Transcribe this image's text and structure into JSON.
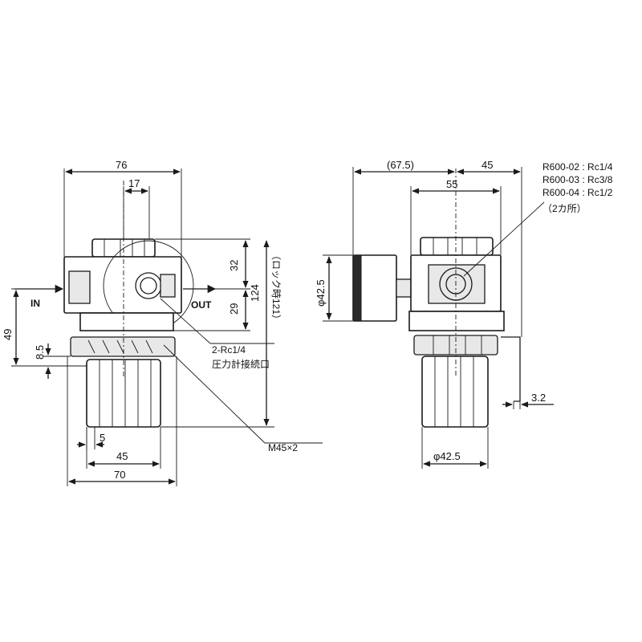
{
  "colors": {
    "ink": "#1a1a1a",
    "paper": "#ffffff",
    "fill": "#e8e8e8"
  },
  "front_view": {
    "dims": {
      "width_76": "76",
      "width_17": "17",
      "height_32": "32",
      "height_29": "29",
      "height_124": "124",
      "lock_height": "（ロック時121）",
      "height_49": "49",
      "height_8_5": "8.5",
      "width_5": "5",
      "width_45": "45",
      "width_70": "70"
    },
    "labels": {
      "in": "IN",
      "out": "OUT",
      "gauge_port": "2-Rc1/4",
      "gauge_port_note": "圧力計接続口",
      "thread": "M45×2"
    }
  },
  "side_view": {
    "dims": {
      "width_67_5": "(67.5)",
      "width_45": "45",
      "width_55": "55",
      "dia_gauge": "φ42.5",
      "dia_knob": "φ42.5",
      "panel_3_2": "3.2"
    },
    "port_notes": [
      "R600-02 : Rc1/4",
      "R600-03 : Rc3/8",
      "R600-04 : Rc1/2",
      "（2カ所）"
    ]
  }
}
